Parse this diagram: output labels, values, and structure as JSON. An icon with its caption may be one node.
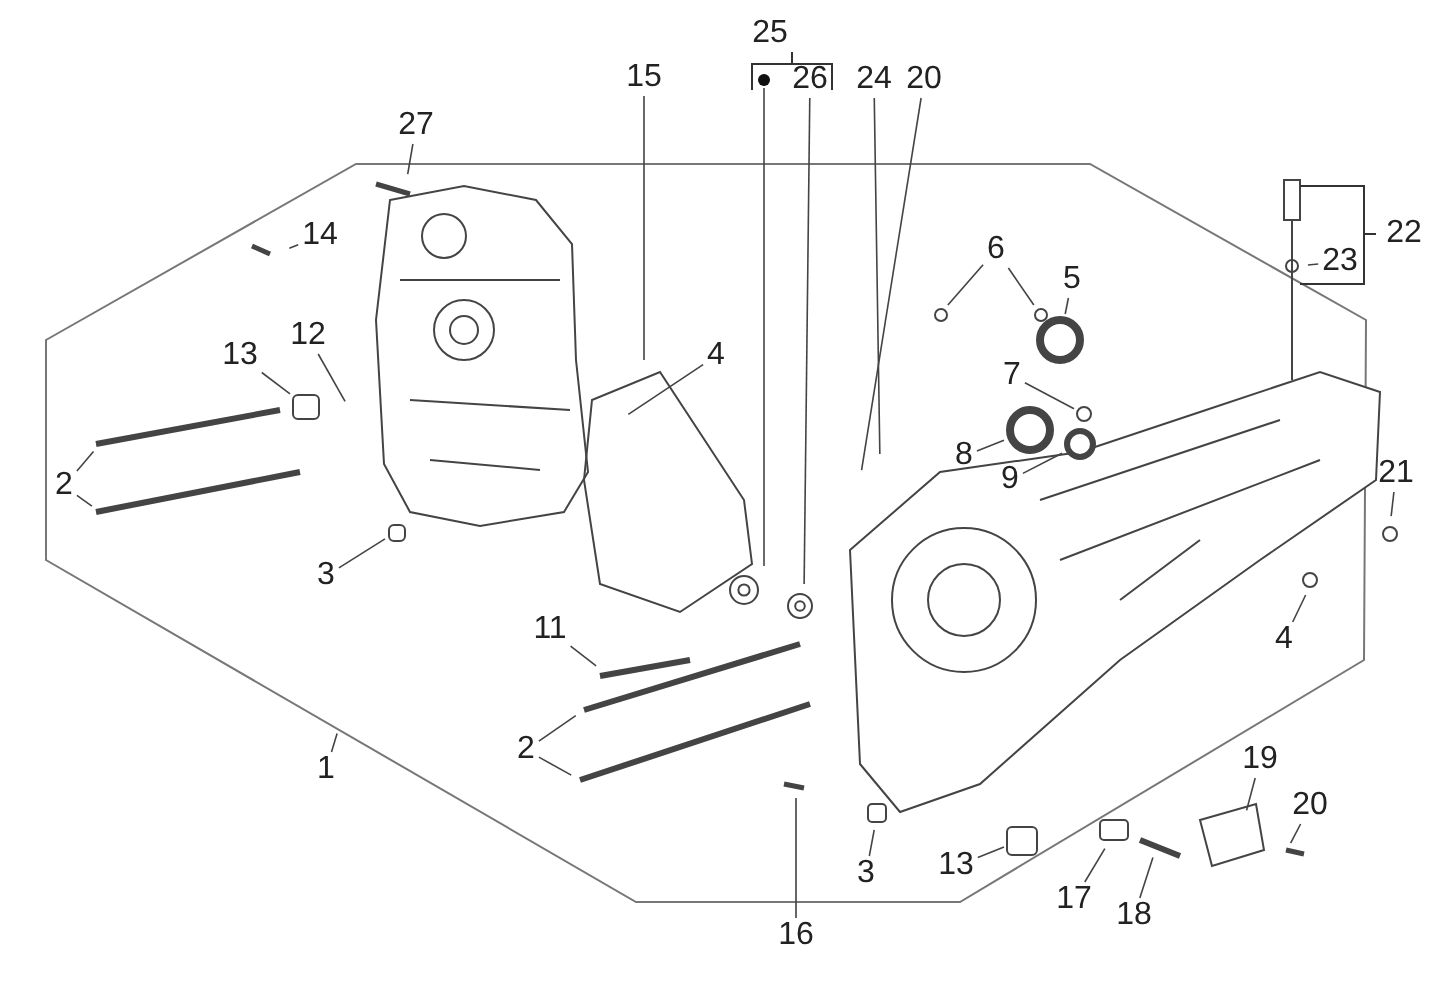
{
  "diagram": {
    "nodes": [
      {
        "text": [
          "27"
        ]
      },
      {
        "text": [
          "14"
        ]
      },
      {
        "text": [
          "13"
        ]
      },
      {
        "text": [
          "12"
        ]
      },
      {
        "text": [
          "2"
        ]
      },
      {
        "text": [
          "3"
        ]
      },
      {
        "text": [
          "15"
        ]
      },
      {
        "text": [
          "4"
        ]
      },
      {
        "text": [
          "25"
        ]
      },
      {
        "text": [],
        "shape": "circle"
      },
      {
        "text": [
          "26"
        ]
      },
      {
        "text": [
          "24"
        ]
      },
      {
        "text": [
          "20"
        ]
      },
      {
        "text": [
          "6"
        ]
      },
      {
        "text": [
          "5"
        ]
      },
      {
        "text": [
          "7"
        ]
      },
      {
        "text": [
          "8"
        ]
      },
      {
        "text": [
          "9"
        ]
      },
      {
        "text": [
          "22"
        ]
      },
      {
        "text": [
          "23"
        ]
      },
      {
        "text": [
          "21"
        ]
      },
      {
        "text": [
          "4"
        ]
      },
      {
        "text": [
          "11"
        ]
      },
      {
        "text": [
          "2"
        ]
      },
      {
        "text": [
          "1"
        ]
      },
      {
        "text": [
          "16"
        ]
      },
      {
        "text": [
          "3"
        ]
      },
      {
        "text": [
          "13"
        ]
      },
      {
        "text": [
          "17"
        ]
      },
      {
        "text": [
          "18"
        ]
      },
      {
        "text": [
          "19"
        ]
      },
      {
        "text": [
          "20"
        ]
      },
      {
        "text": [],
        "shape": "box"
      },
      {
        "text": [],
        "shape": "box"
      },
      {
        "text": [],
        "shape": "circle"
      },
      {
        "text": [],
        "shape": "circle"
      },
      {
        "text": [],
        "shape": "circle"
      },
      {
        "text": [],
        "shape": "circle"
      },
      {
        "text": [],
        "shape": "circle"
      },
      {
        "text": [],
        "shape": "circle"
      },
      {
        "text": [],
        "shape": "box"
      }
    ],
    "edges": [
      {
        "from": 0,
        "to": null,
        "arrow": "none"
      },
      {
        "from": 1,
        "to": null,
        "arrow": "none"
      },
      {
        "from": 2,
        "to": 32,
        "arrow": "none"
      },
      {
        "from": 3,
        "to": null,
        "arrow": "none"
      },
      {
        "from": 4,
        "to": null,
        "arrow": "none"
      },
      {
        "from": 4,
        "to": null,
        "arrow": "none"
      },
      {
        "from": 5,
        "to": 33,
        "arrow": "none"
      },
      {
        "from": 6,
        "to": null,
        "arrow": "none"
      },
      {
        "from": 7,
        "to": null,
        "arrow": "none"
      },
      {
        "from": 9,
        "to": null,
        "arrow": "none"
      },
      {
        "from": 10,
        "to": null,
        "arrow": "none"
      },
      {
        "from": 11,
        "to": null,
        "arrow": "none"
      },
      {
        "from": 12,
        "to": null,
        "arrow": "none"
      },
      {
        "from": 13,
        "to": 34,
        "arrow": "none"
      },
      {
        "from": 13,
        "to": 35,
        "arrow": "none"
      },
      {
        "from": 14,
        "to": 36,
        "arrow": "none"
      },
      {
        "from": 15,
        "to": 37,
        "arrow": "none"
      },
      {
        "from": 16,
        "to": 38,
        "arrow": "none"
      },
      {
        "from": 17,
        "to": 39,
        "arrow": "none"
      },
      {
        "from": 19,
        "to": null,
        "arrow": "none"
      },
      {
        "from": 20,
        "to": null,
        "arrow": "none"
      },
      {
        "from": 21,
        "to": null,
        "arrow": "none"
      },
      {
        "from": 22,
        "to": null,
        "arrow": "none"
      },
      {
        "from": 23,
        "to": null,
        "arrow": "none"
      },
      {
        "from": 23,
        "to": null,
        "arrow": "none"
      },
      {
        "from": 24,
        "to": null,
        "arrow": "none"
      },
      {
        "from": 25,
        "to": null,
        "arrow": "none"
      },
      {
        "from": 26,
        "to": null,
        "arrow": "none"
      },
      {
        "from": 27,
        "to": 40,
        "arrow": "none"
      },
      {
        "from": 28,
        "to": null,
        "arrow": "none"
      },
      {
        "from": 29,
        "to": null,
        "arrow": "none"
      },
      {
        "from": 30,
        "to": null,
        "arrow": "none"
      },
      {
        "from": 31,
        "to": null,
        "arrow": "none"
      }
    ]
  }
}
